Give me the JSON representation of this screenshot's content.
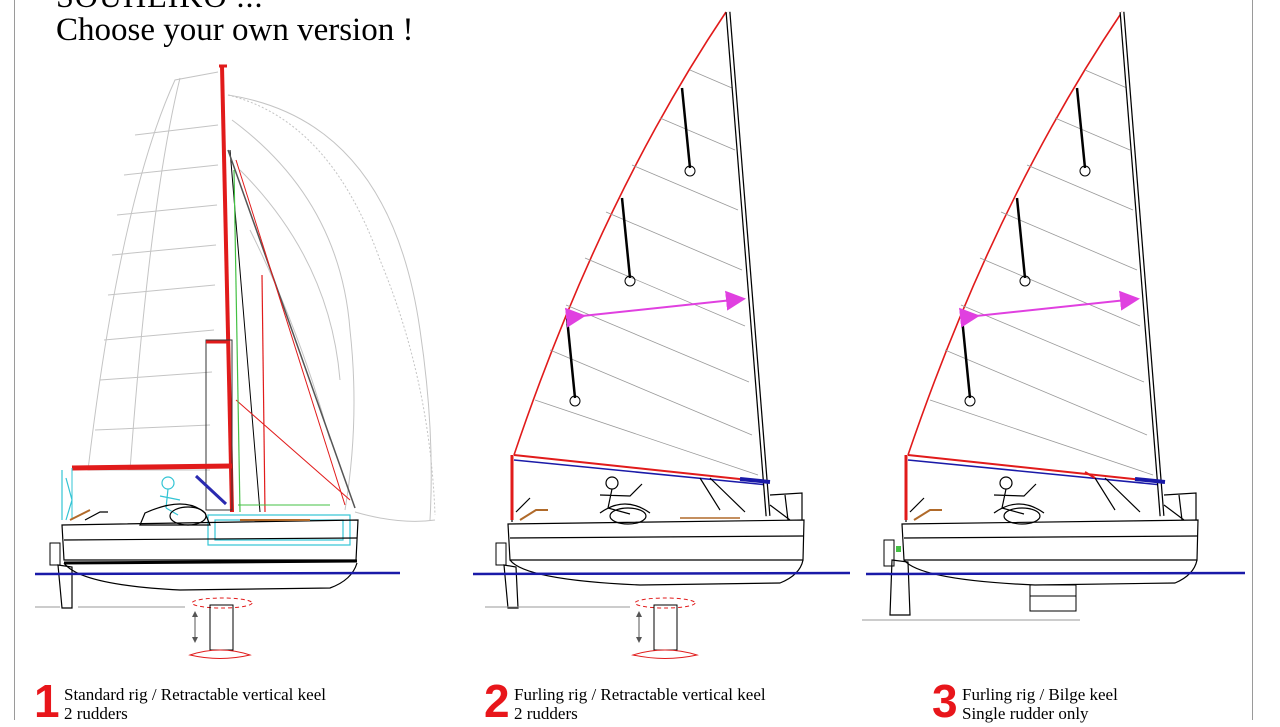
{
  "header": {
    "title_cut": "SOUHEIKO ...",
    "title": "Choose your own version !"
  },
  "versions": [
    {
      "number": "1",
      "line1": "Standard rig / Retractable vertical keel",
      "line2": "2 rudders"
    },
    {
      "number": "2",
      "line1": "Furling rig / Retractable vertical keel",
      "line2": "2 rudders"
    },
    {
      "number": "3",
      "line1": "Furling rig / Bilge keel",
      "line2": "Single rudder only"
    }
  ],
  "colors": {
    "hull": "#000000",
    "waterline": "#1a1aa8",
    "rig_highlight": "#e11b1b",
    "reef_arrow": "#e040e0",
    "cockpit_cyan": "#33c4d4",
    "jib_green": "#43c043",
    "ghost_sails": "#b8b8b8"
  }
}
